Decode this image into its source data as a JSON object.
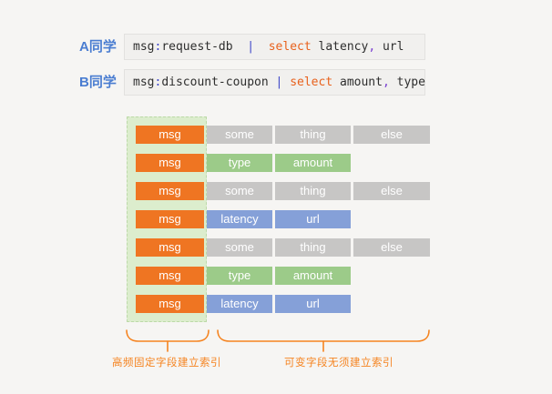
{
  "queries": [
    {
      "student_label": "A同学",
      "code_text": "msg:request-db  |  select latency, url",
      "segments": [
        {
          "text": "msg",
          "style": "plain"
        },
        {
          "text": ":",
          "style": "colon"
        },
        {
          "text": "request-db",
          "style": "plain"
        },
        {
          "text": "  ",
          "style": "plain"
        },
        {
          "text": "|",
          "style": "pipe"
        },
        {
          "text": "  ",
          "style": "plain"
        },
        {
          "text": "select",
          "style": "keyword"
        },
        {
          "text": " latency",
          "style": "plain"
        },
        {
          "text": ",",
          "style": "comma"
        },
        {
          "text": " url",
          "style": "plain"
        }
      ]
    },
    {
      "student_label": "B同学",
      "code_text": "msg:discount-coupon | select amount, type",
      "segments": [
        {
          "text": "msg",
          "style": "plain"
        },
        {
          "text": ":",
          "style": "colon"
        },
        {
          "text": "discount-coupon",
          "style": "plain"
        },
        {
          "text": " ",
          "style": "plain"
        },
        {
          "text": "|",
          "style": "pipe"
        },
        {
          "text": " ",
          "style": "plain"
        },
        {
          "text": "select",
          "style": "keyword"
        },
        {
          "text": " amount",
          "style": "plain"
        },
        {
          "text": ",",
          "style": "comma"
        },
        {
          "text": " type",
          "style": "plain"
        }
      ]
    }
  ],
  "table": {
    "rows": [
      {
        "cells": [
          {
            "label": "msg",
            "color": "orange"
          },
          {
            "label": "some",
            "color": "gray"
          },
          {
            "label": "thing",
            "color": "gray"
          },
          {
            "label": "else",
            "color": "gray"
          }
        ]
      },
      {
        "cells": [
          {
            "label": "msg",
            "color": "orange"
          },
          {
            "label": "type",
            "color": "green"
          },
          {
            "label": "amount",
            "color": "green"
          }
        ]
      },
      {
        "cells": [
          {
            "label": "msg",
            "color": "orange"
          },
          {
            "label": "some",
            "color": "gray"
          },
          {
            "label": "thing",
            "color": "gray"
          },
          {
            "label": "else",
            "color": "gray"
          }
        ]
      },
      {
        "cells": [
          {
            "label": "msg",
            "color": "orange"
          },
          {
            "label": "latency",
            "color": "blue"
          },
          {
            "label": "url",
            "color": "blue"
          }
        ]
      },
      {
        "cells": [
          {
            "label": "msg",
            "color": "orange"
          },
          {
            "label": "some",
            "color": "gray"
          },
          {
            "label": "thing",
            "color": "gray"
          },
          {
            "label": "else",
            "color": "gray"
          }
        ]
      },
      {
        "cells": [
          {
            "label": "msg",
            "color": "orange"
          },
          {
            "label": "type",
            "color": "green"
          },
          {
            "label": "amount",
            "color": "green"
          }
        ]
      },
      {
        "cells": [
          {
            "label": "msg",
            "color": "orange"
          },
          {
            "label": "latency",
            "color": "blue"
          },
          {
            "label": "url",
            "color": "blue"
          }
        ]
      }
    ]
  },
  "annotations": {
    "left_brace_label": "高频固定字段建立索引",
    "right_brace_label": "可变字段无须建立索引"
  },
  "colors": {
    "page_bg": "#f6f5f3",
    "code_box_bg": "#f1f0ee",
    "code_box_border": "#e2e1df",
    "student_label_blue": "#4a7dd1",
    "code_text": "#2e2e2e",
    "keyword_orange": "#e8611c",
    "punct_blue": "#3d46c9",
    "punct_purple": "#7a3fd1",
    "cell_orange": "#ef7522",
    "cell_gray": "#c7c6c5",
    "cell_green": "#9ccb89",
    "cell_blue": "#85a0d8",
    "cell_text": "#ffffff",
    "highlight_bg": "#dcedcd",
    "highlight_border": "#bcd9a8",
    "brace_orange": "#f5831f"
  }
}
